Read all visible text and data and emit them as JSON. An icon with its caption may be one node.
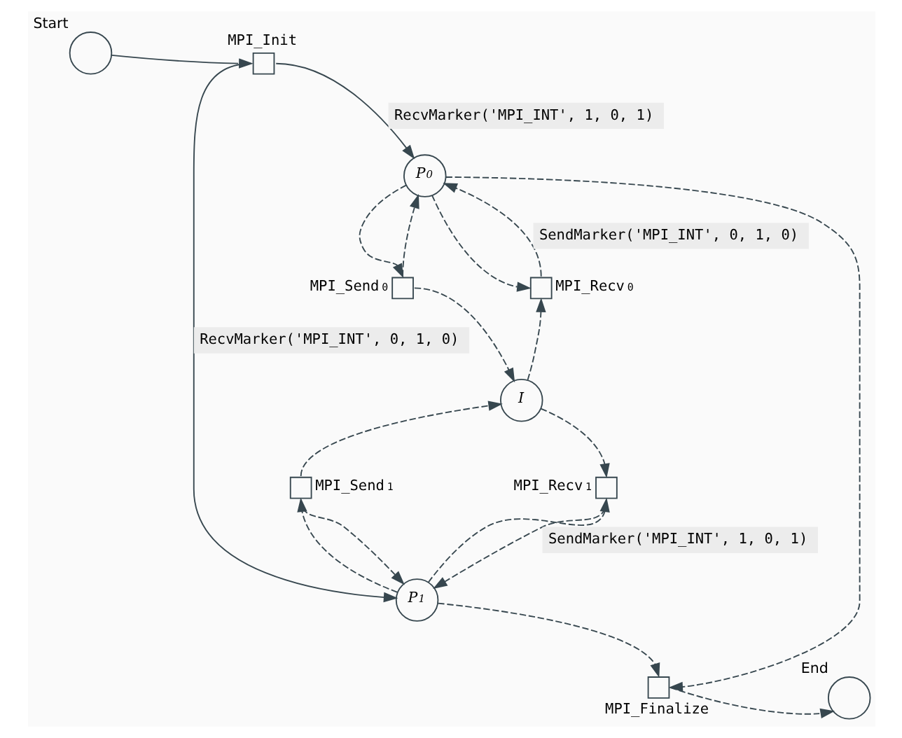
{
  "diagram": {
    "nodes": [
      {
        "text": [
          "Start"
        ]
      },
      {
        "text": [
          "MPI_Init"
        ]
      },
      {
        "text": [
          "P$_{0}$"
        ]
      },
      {
        "text": [
          "MPI_Send$_{0}$"
        ]
      },
      {
        "text": [
          "MPI_Recv$_{0}$"
        ]
      },
      {
        "text": [
          "I"
        ]
      },
      {
        "text": [
          "MPI_Send$_{1}$"
        ]
      },
      {
        "text": [
          "MPI_Recv$_{1}$"
        ]
      },
      {
        "text": [
          "P$_{1}$"
        ]
      },
      {
        "text": [
          "End"
        ]
      },
      {
        "text": [
          "MPI_Finalize"
        ]
      }
    ],
    "edges": [
      {
        "from": 0,
        "to": 1,
        "arrow": "to"
      },
      {
        "from": 1,
        "to": 2,
        "arrow": "to",
        "label": "RecvMarker('MPI_INT', 1, 0, 1)"
      },
      {
        "from": 1,
        "to": 8,
        "arrow": "to",
        "label": "RecvMarker('MPI_INT', 0, 1, 0)"
      },
      {
        "from": 2,
        "to": 3,
        "arrow": "to",
        "style": "dashed"
      },
      {
        "from": 3,
        "to": 2,
        "arrow": "to",
        "style": "dashed"
      },
      {
        "from": 2,
        "to": 4,
        "arrow": "to",
        "style": "dashed"
      },
      {
        "from": 4,
        "to": 2,
        "arrow": "to",
        "style": "dashed",
        "label": "SendMarker('MPI_INT', 0, 1, 0)"
      },
      {
        "from": 3,
        "to": 5,
        "arrow": "to",
        "style": "dashed"
      },
      {
        "from": 5,
        "to": 4,
        "arrow": "to",
        "style": "dashed"
      },
      {
        "from": 6,
        "to": 5,
        "arrow": "to",
        "style": "dashed"
      },
      {
        "from": 5,
        "to": 7,
        "arrow": "to",
        "style": "dashed"
      },
      {
        "from": 6,
        "to": 8,
        "arrow": "to",
        "style": "dashed"
      },
      {
        "from": 8,
        "to": 6,
        "arrow": "to",
        "style": "dashed"
      },
      {
        "from": 8,
        "to": 7,
        "arrow": "to",
        "style": "dashed"
      },
      {
        "from": 7,
        "to": 8,
        "arrow": "to",
        "style": "dashed",
        "label": "SendMarker('MPI_INT', 1, 0, 1)"
      },
      {
        "from": 2,
        "to": 10,
        "arrow": "to",
        "style": "dashed"
      },
      {
        "from": 8,
        "to": 10,
        "arrow": "to",
        "style": "dashed"
      },
      {
        "from": 10,
        "to": 9,
        "arrow": "to",
        "style": "dashed"
      }
    ]
  }
}
